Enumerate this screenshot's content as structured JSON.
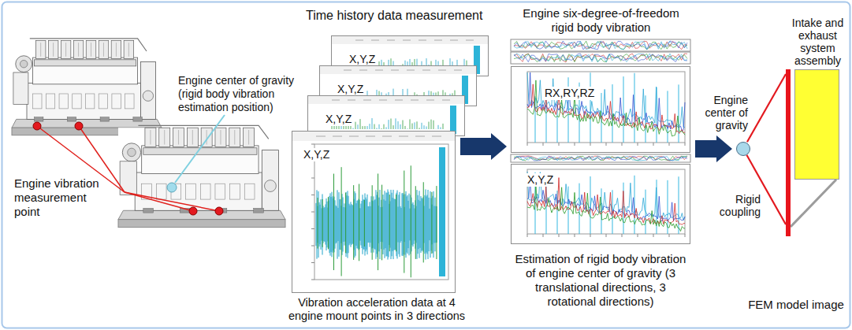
{
  "diagram": {
    "nodes": [
      {
        "text": [
          "X,Y,Z"
        ]
      },
      {
        "text": [
          "X,Y,Z"
        ]
      },
      {
        "text": [
          "X,Y,Z"
        ]
      },
      {
        "text": [
          "X,Y,Z"
        ]
      },
      {
        "text": [
          "RX,RY,RZ"
        ]
      },
      {
        "text": [
          "X,Y,Z"
        ]
      },
      {
        "text": [
          "Engine center of gravity"
        ]
      },
      {
        "text": [
          "Rigid coupling"
        ]
      },
      {
        "text": [
          "Intake and exhaust system assembly"
        ]
      }
    ],
    "edges": [
      {
        "from": 3,
        "to": 4,
        "arrow": "to"
      },
      {
        "from": 4,
        "to": 6,
        "arrow": "to"
      },
      {
        "from": 6,
        "to": 7,
        "arrow": "none"
      },
      {
        "from": 7,
        "to": 8,
        "arrow": "none"
      }
    ],
    "labels": [
      "Engine center of gravity (rigid body vibration estimation position)",
      "Engine vibration measurement point",
      "Time history data measurement",
      "Vibration acceleration data at 4 engine mount points in 3 directions",
      "Engine six-degree-of-freedom rigid body vibration",
      "Estimation of rigid body vibration of engine center of gravity (3 translational directions, 3 rotational directions)",
      "FEM model image"
    ]
  }
}
